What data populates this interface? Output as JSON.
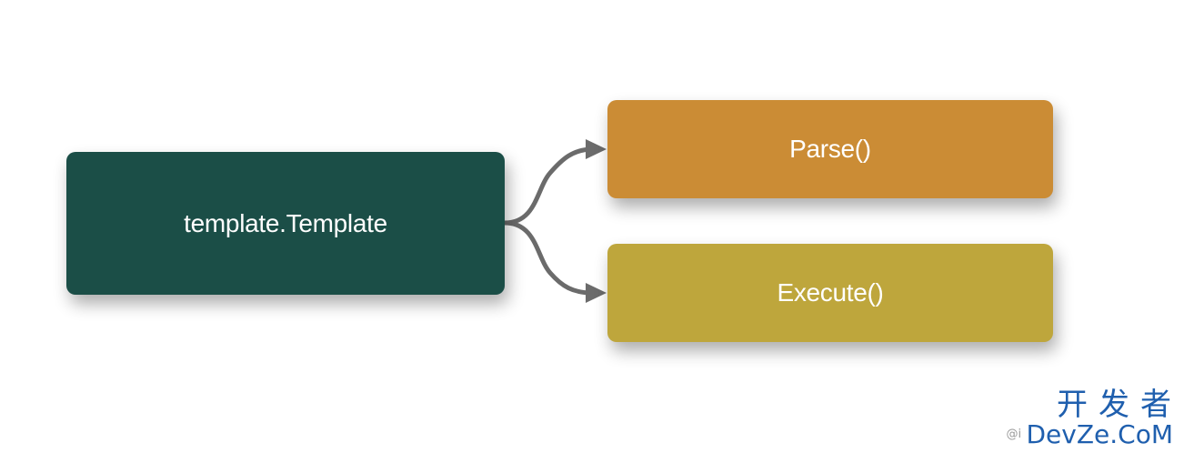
{
  "diagram": {
    "source": {
      "label": "template.Template",
      "color": "#1b4e47"
    },
    "targets": [
      {
        "label": "Parse()",
        "color": "#cb8c35"
      },
      {
        "label": "Execute()",
        "color": "#bea63c"
      }
    ],
    "connector_color": "#6b6b6b"
  },
  "watermark": {
    "line1": "开发者",
    "line2": "DevZe.CoM",
    "prefix": "@i",
    "color": "#1f5fae"
  }
}
